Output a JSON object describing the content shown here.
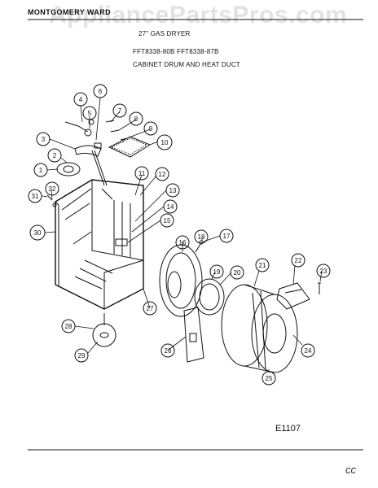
{
  "header": {
    "brand": "MONTGOMERY WARD",
    "title": "27\" GAS DRYER",
    "models": "FFT8338-80B  FFT8338-87B",
    "section": "CABINET DRUM AND HEAT DUCT"
  },
  "watermark": "AppliancePartsPros.com",
  "diagram_code": "E1107",
  "margin_mark": "cc",
  "callouts": [
    "1",
    "2",
    "3",
    "4",
    "5",
    "6",
    "7",
    "8",
    "9",
    "10",
    "11",
    "12",
    "13",
    "14",
    "15",
    "16",
    "17",
    "18",
    "19",
    "20",
    "21",
    "22",
    "23",
    "24",
    "25",
    "26",
    "27",
    "28",
    "29",
    "30",
    "31",
    "32"
  ]
}
